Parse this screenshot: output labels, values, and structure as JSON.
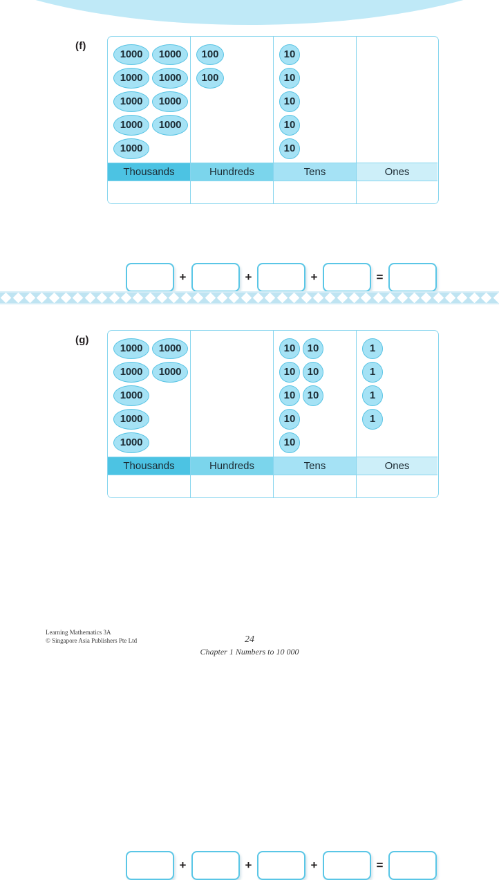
{
  "page": {
    "number": "24",
    "chapter": "Chapter 1  Numbers to 10 000",
    "book_title": "Learning Mathematics 3A",
    "copyright": "© Singapore Asia Publishers Pte Ltd"
  },
  "colors": {
    "band": "#bfe9f7",
    "chip_fill": "#a5e2f5",
    "chip_border": "#59c4e4",
    "table_border": "#86d5ee",
    "head_thousands": "#4cc3e3",
    "head_hundreds": "#7bd5ec",
    "head_tens": "#a5e2f5",
    "head_ones": "#cdeff9",
    "divider": "#bfe4f2",
    "box_border": "#5ac6e6"
  },
  "headers": {
    "thousands": "Thousands",
    "hundreds": "Hundreds",
    "tens": "Tens",
    "ones": "Ones"
  },
  "chip_values": {
    "thousands": "1000",
    "hundreds": "100",
    "tens": "10",
    "ones": "1"
  },
  "equation": {
    "plus": "+",
    "equals": "=",
    "boxes": [
      "",
      "",
      "",
      "",
      ""
    ]
  },
  "exercises": [
    {
      "label": "(f)",
      "columns": {
        "thousands": {
          "count": 9,
          "rows": [
            2,
            2,
            2,
            2,
            1
          ]
        },
        "hundreds": {
          "count": 2,
          "rows": [
            1,
            1
          ]
        },
        "tens": {
          "count": 5,
          "rows": [
            1,
            1,
            1,
            1,
            1
          ]
        },
        "ones": {
          "count": 0,
          "rows": []
        }
      }
    },
    {
      "label": "(g)",
      "columns": {
        "thousands": {
          "count": 7,
          "rows": [
            2,
            2,
            1,
            1,
            1
          ]
        },
        "hundreds": {
          "count": 0,
          "rows": []
        },
        "tens": {
          "count": 8,
          "rows": [
            2,
            2,
            2,
            1,
            1
          ]
        },
        "ones": {
          "count": 4,
          "rows": [
            1,
            1,
            1,
            1
          ]
        }
      }
    }
  ]
}
